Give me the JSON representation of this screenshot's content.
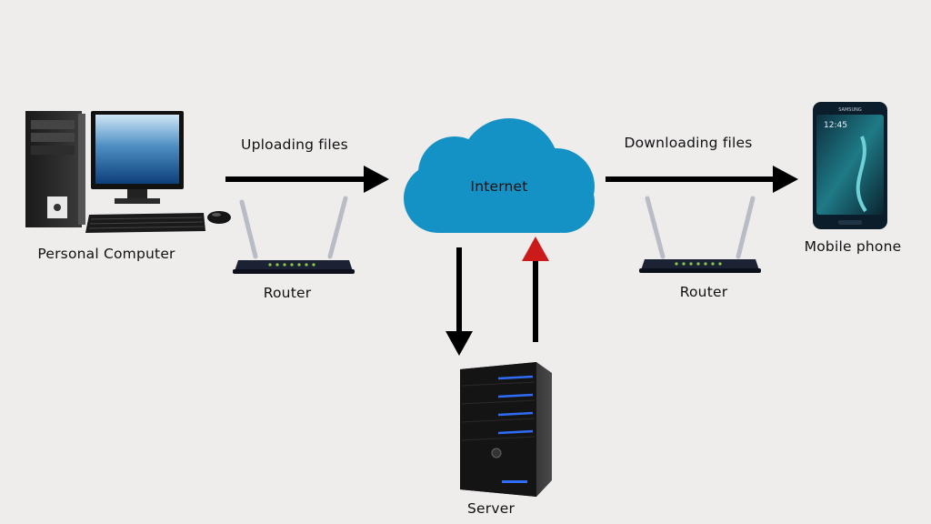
{
  "nodes": {
    "computer": {
      "label": "Personal Computer"
    },
    "router_left": {
      "label": "Router"
    },
    "internet": {
      "label": "Internet"
    },
    "router_right": {
      "label": "Router"
    },
    "phone": {
      "label": "Mobile phone",
      "screen_time": "12:45",
      "brand": "SAMSUNG"
    },
    "server": {
      "label": "Server"
    }
  },
  "edges": {
    "upload": {
      "label": "Uploading files"
    },
    "download": {
      "label": "Downloading files"
    }
  },
  "colors": {
    "background": "#efecec",
    "cloud": "#1592c5",
    "arrow": "#000000",
    "arrow_up_head": "#cc1a1a",
    "server_led": "#2f6df6"
  }
}
